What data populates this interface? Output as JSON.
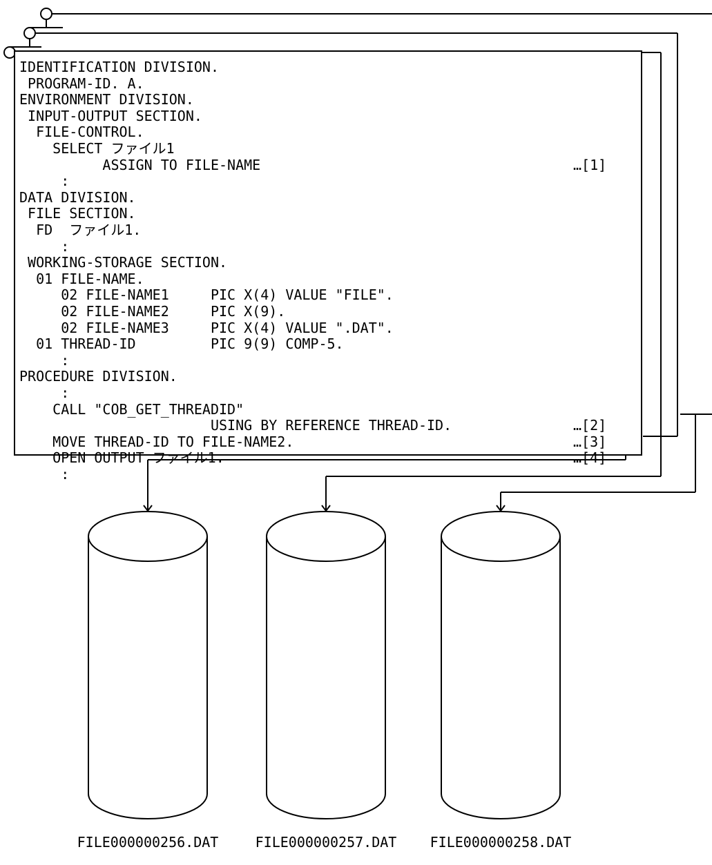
{
  "code_lines": [
    "IDENTIFICATION DIVISION.",
    " PROGRAM-ID. A.",
    "ENVIRONMENT DIVISION.",
    " INPUT-OUTPUT SECTION.",
    "  FILE-CONTROL.",
    "    SELECT ファイル1",
    "          ASSIGN TO FILE-NAME",
    "     :",
    "DATA DIVISION.",
    " FILE SECTION.",
    "  FD  ファイル1.",
    "     :",
    " WORKING-STORAGE SECTION.",
    "  01 FILE-NAME.",
    "     02 FILE-NAME1     PIC X(4) VALUE \"FILE\".",
    "     02 FILE-NAME2     PIC X(9).",
    "     02 FILE-NAME3     PIC X(4) VALUE \".DAT\".",
    "  01 THREAD-ID         PIC 9(9) COMP-5.",
    "     :",
    "PROCEDURE DIVISION.",
    "     :",
    "    CALL \"COB_GET_THREADID\"",
    "                       USING BY REFERENCE THREAD-ID.",
    "    MOVE THREAD-ID TO FILE-NAME2.",
    "    OPEN OUTPUT ファイル1.",
    "     :"
  ],
  "refs": [
    {
      "line": 6,
      "label": "…[1]"
    },
    {
      "line": 22,
      "label": "…[2]"
    },
    {
      "line": 23,
      "label": "…[3]"
    },
    {
      "line": 24,
      "label": "…[4]"
    }
  ],
  "files": [
    "FILE000000256.DAT",
    "FILE000000257.DAT",
    "FILE000000258.DAT"
  ]
}
